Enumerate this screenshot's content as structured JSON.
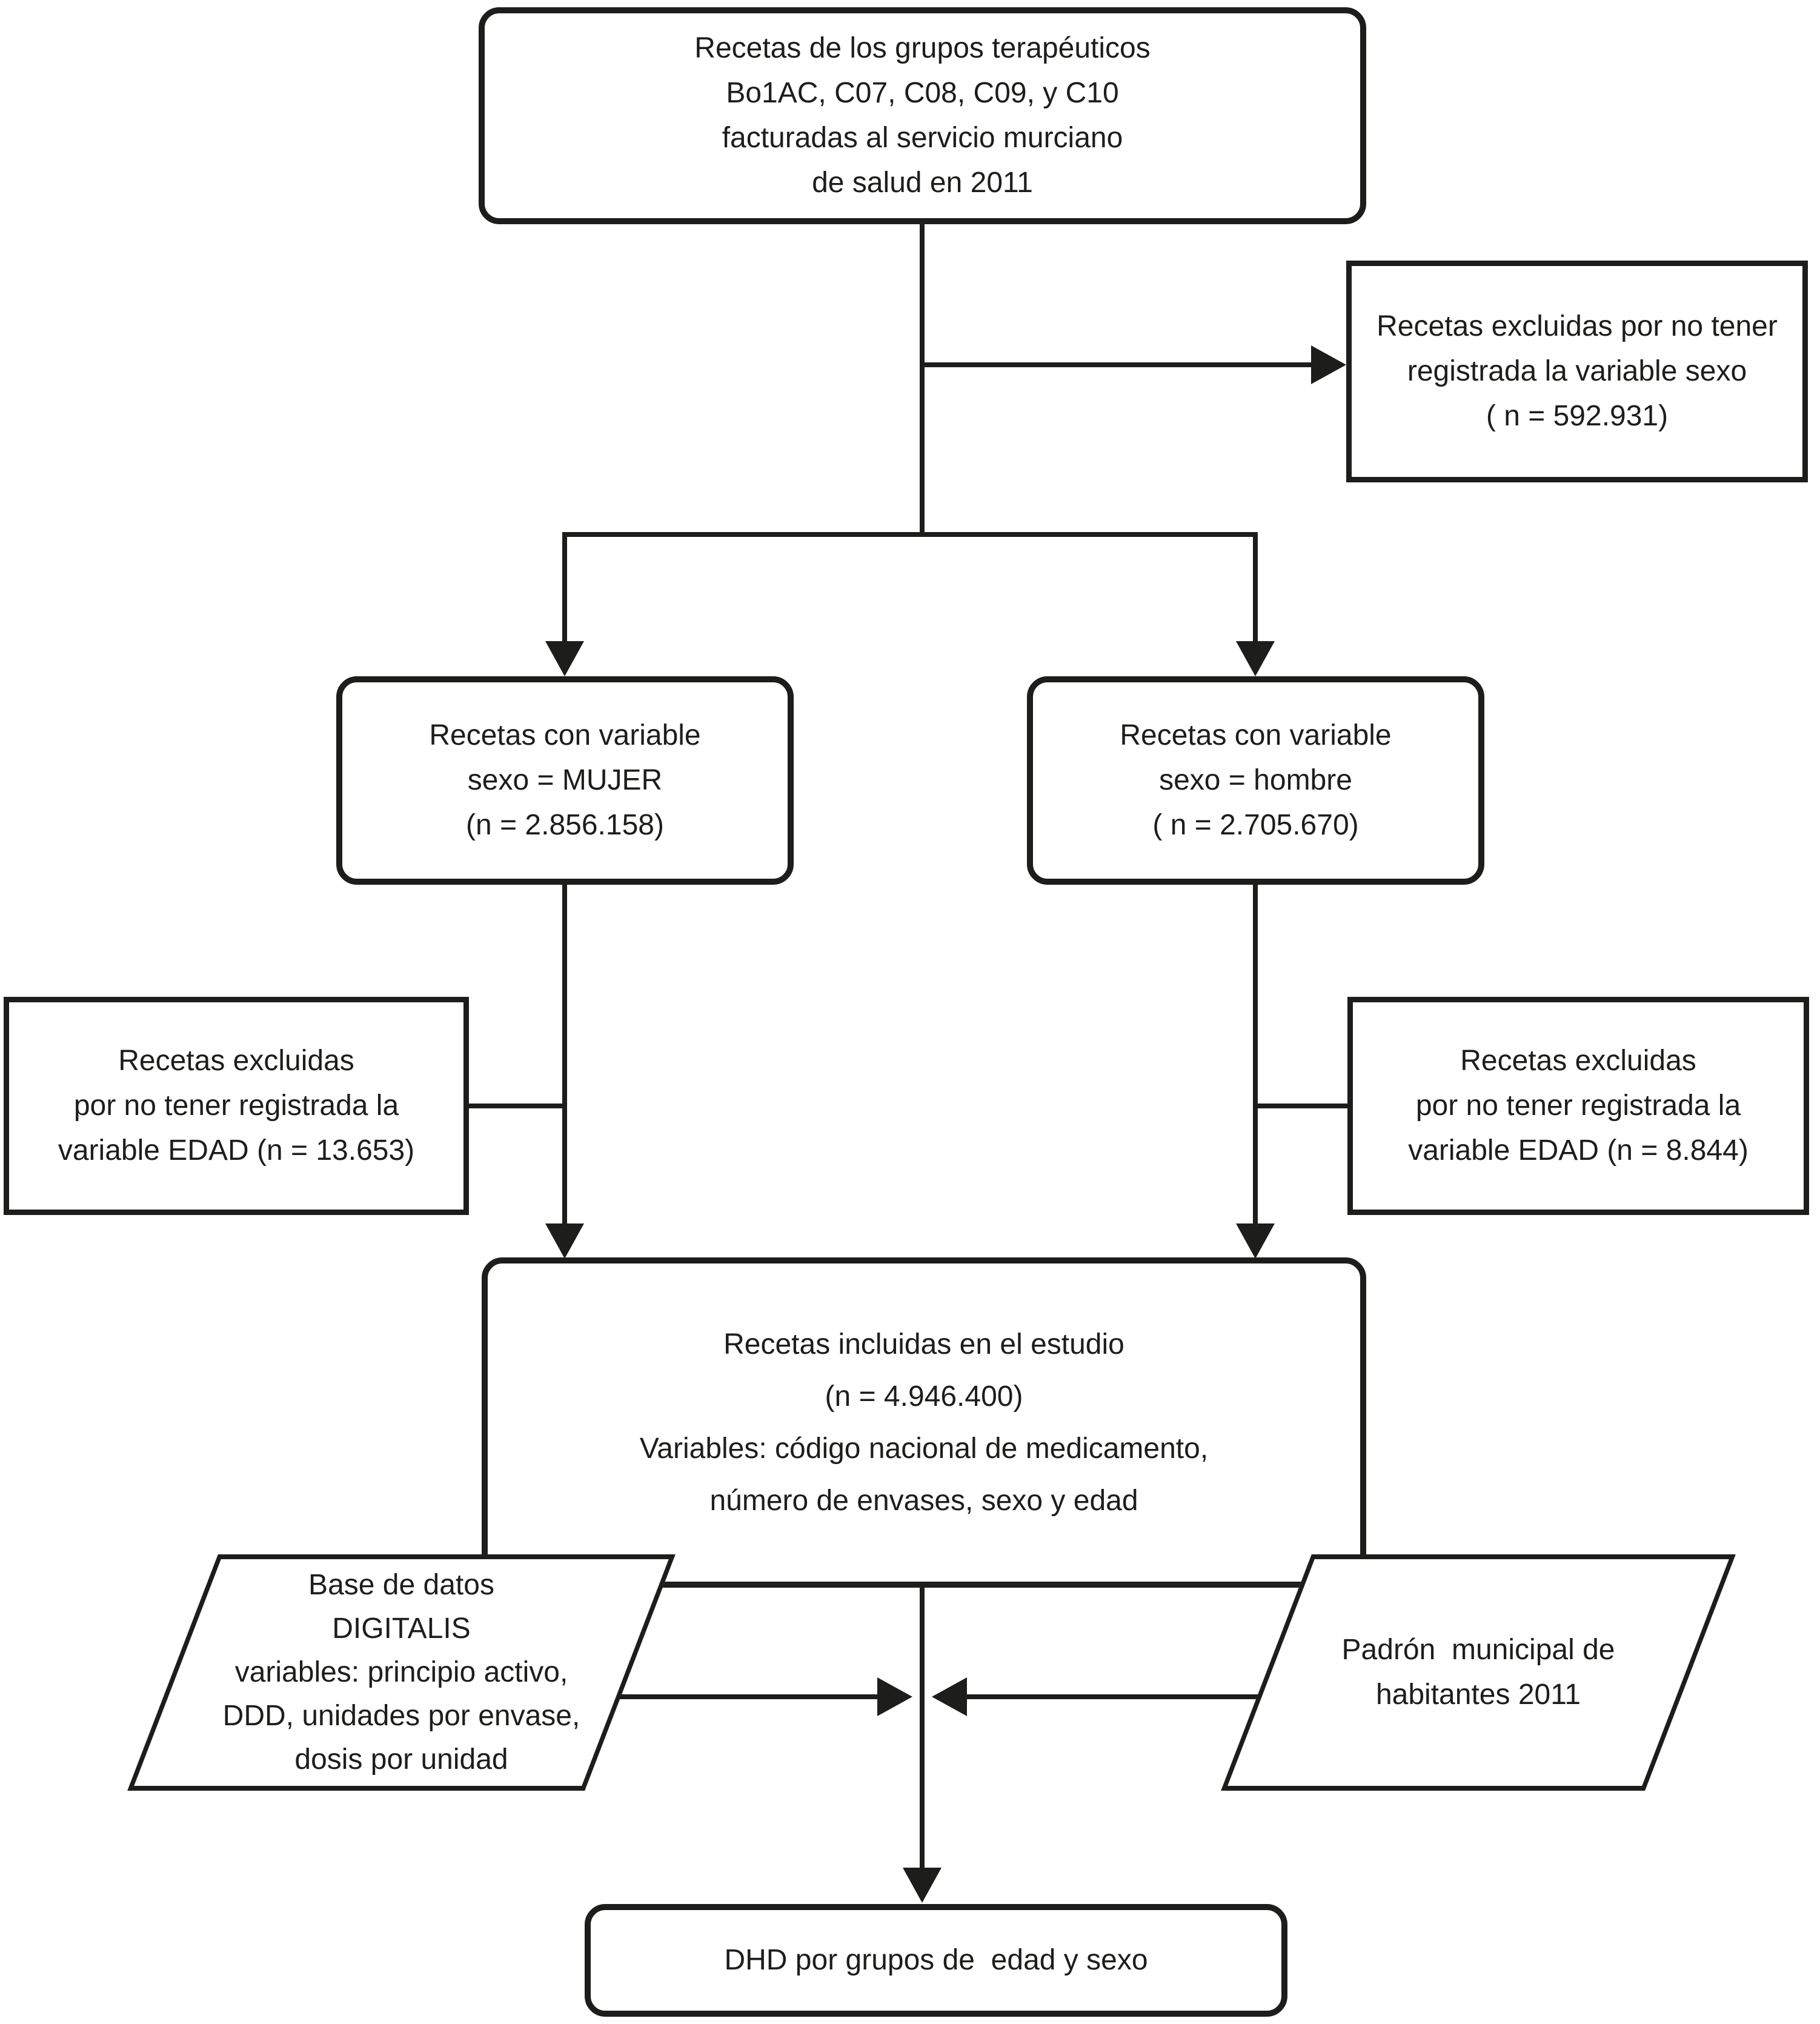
{
  "colors": {
    "stroke": "#1d1d1b",
    "text": "#1d1d1b",
    "background": "#ffffff"
  },
  "nodes": {
    "top": {
      "lines": [
        "Recetas de los grupos terapéuticos",
        "Bo1AC, C07, C08, C09, y C10",
        "facturadas al servicio murciano",
        "de salud en 2011"
      ]
    },
    "excluded_sexo": {
      "lines": [
        "Recetas excluidas por no tener",
        "registrada la variable sexo",
        "( n = 592.931)"
      ]
    },
    "mujer": {
      "lines": [
        "Recetas con variable",
        "sexo = MUJER",
        "(n = 2.856.158)"
      ]
    },
    "hombre": {
      "lines": [
        "Recetas con variable",
        "sexo = hombre",
        "( n = 2.705.670)"
      ]
    },
    "excluded_edad_mujer": {
      "lines": [
        "Recetas excluidas",
        "por no tener registrada la",
        "variable EDAD (n = 13.653)"
      ]
    },
    "excluded_edad_hombre": {
      "lines": [
        "Recetas excluidas",
        "por no tener registrada la",
        "variable EDAD (n = 8.844)"
      ]
    },
    "incluidas": {
      "lines": [
        "Recetas incluidas en el estudio",
        "(n = 4.946.400)",
        "Variables: código nacional de medicamento,",
        "número de envases, sexo y edad"
      ]
    },
    "digitalis": {
      "lines": [
        "Base de datos",
        "DIGITALIS",
        "variables: principio activo,",
        "DDD, unidades por envase,",
        "dosis por unidad"
      ]
    },
    "padron": {
      "lines": [
        "Padrón  municipal de",
        "habitantes 2011"
      ]
    },
    "dhd": {
      "lines": [
        "DHD por grupos de  edad y sexo"
      ]
    }
  }
}
